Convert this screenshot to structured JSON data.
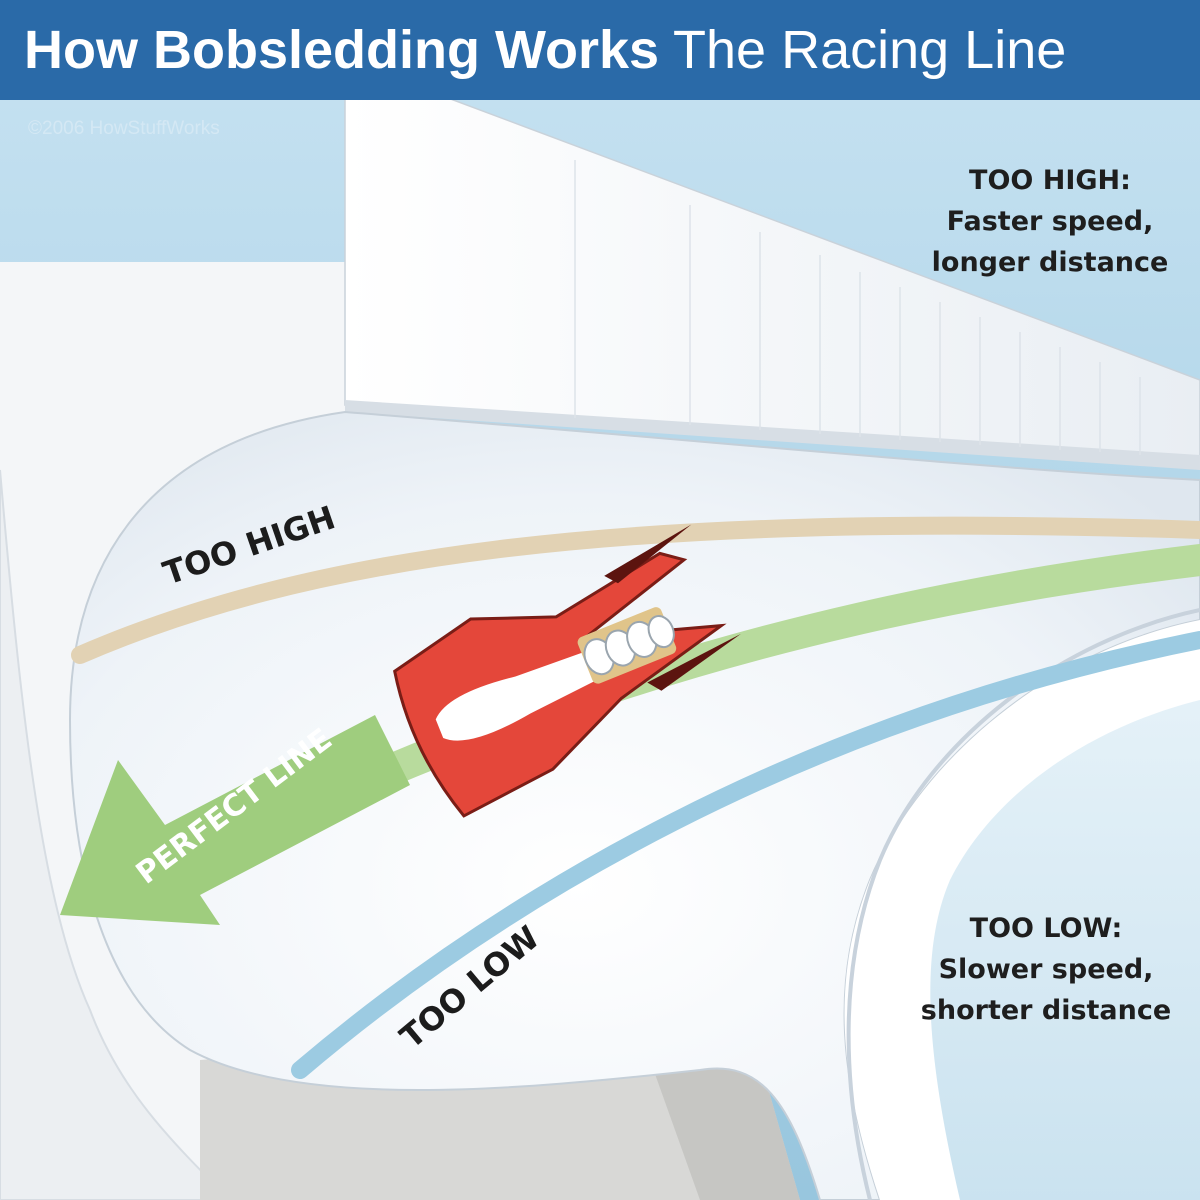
{
  "header": {
    "title_bold": "How Bobsledding Works",
    "title_light": "The Racing Line",
    "color": "#2a6aa8"
  },
  "credit": "©2006 HowStuffWorks",
  "annotations": {
    "too_high": {
      "heading": "TOO HIGH:",
      "line1": "Faster speed,",
      "line2": "longer distance"
    },
    "too_low": {
      "heading": "TOO LOW:",
      "line1": "Slower speed,",
      "line2": "shorter distance"
    }
  },
  "track_labels": {
    "too_high": "TOO HIGH",
    "perfect_line": "PERFECT LINE",
    "too_low": "TOO LOW"
  },
  "colors": {
    "sky": "#a9cfe3",
    "ice": "#eef3f8",
    "too_high_line": "#e2d2b4",
    "perfect_line": "#9fcd7e",
    "too_low_line": "#9ccbe2",
    "bobsled": "#e4473a"
  }
}
